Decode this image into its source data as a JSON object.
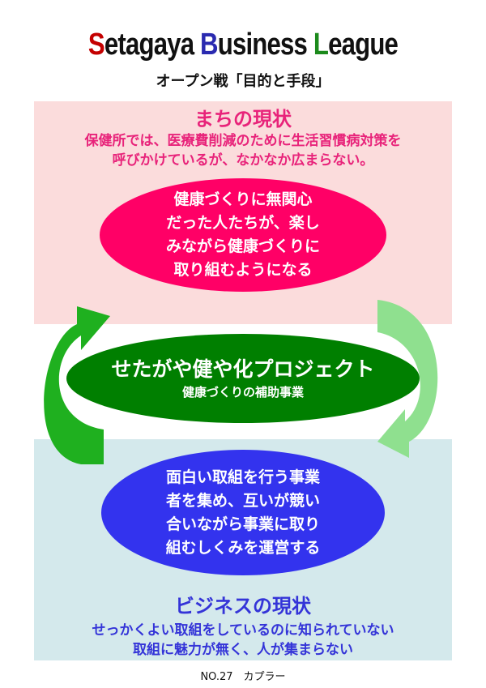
{
  "header": {
    "title_parts": [
      {
        "initial": "S",
        "rest": "etagaya "
      },
      {
        "initial": "B",
        "rest": "usiness "
      },
      {
        "initial": "L",
        "rest": "eague"
      }
    ],
    "subtitle": "オープン戦「目的と手段」"
  },
  "town": {
    "heading": "まちの現状",
    "lines": [
      "保健所では、医療費削減のために生活習慣病対策を",
      "呼びかけているが、なかなか広まらない。"
    ],
    "goal_lines": [
      "健康づくりに無関心",
      "だった人たちが、楽し",
      "みながら健康づくりに",
      "取り組むようになる"
    ]
  },
  "project": {
    "title": "せたがや健や化プロジェクト",
    "subtitle": "健康づくりの補助事業"
  },
  "business": {
    "goal_lines": [
      "面白い取組を行う事業",
      "者を集め、互いが競い",
      "合いながら事業に取り",
      "組むしくみを運営する"
    ],
    "heading": "ビジネスの現状",
    "lines": [
      "せっかくよい取組をしているのに知られていない",
      "取組に魅力が無く、人が集まらない"
    ]
  },
  "footer": "NO.27　カプラー",
  "colors": {
    "pink": "#ff0066",
    "green": "#007f00",
    "blue": "#3333ee",
    "pink_bg": "#fbdcdc",
    "blue_bg": "#d4e9ec"
  }
}
